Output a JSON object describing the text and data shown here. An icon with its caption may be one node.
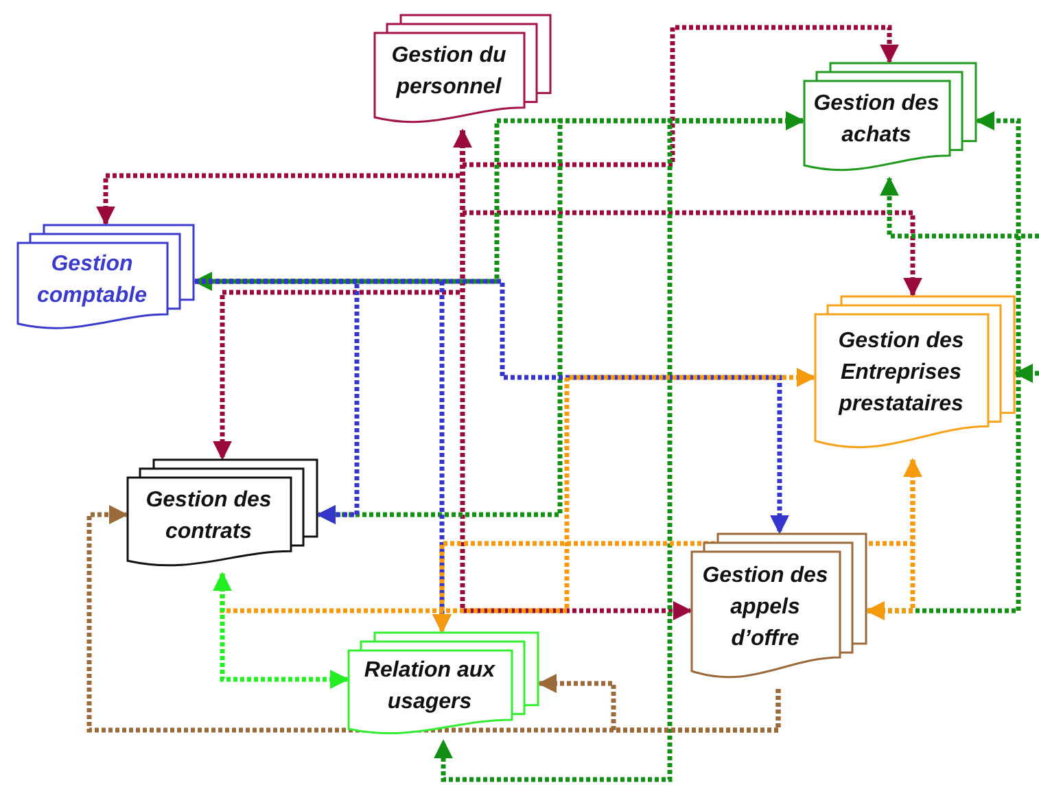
{
  "diagram": {
    "nodes": [
      {
        "text": [
          "Gestion du personnel"
        ]
      },
      {
        "text": [
          "Gestion des achats"
        ]
      },
      {
        "text": [
          "Gestion comptable"
        ]
      },
      {
        "text": [
          "Gestion des Entreprises prestataires"
        ]
      },
      {
        "text": [
          "Gestion des contrats"
        ]
      },
      {
        "text": [
          "Gestion des appels d’offre"
        ]
      },
      {
        "text": [
          "Relation aux usagers"
        ]
      }
    ],
    "edges": [
      {
        "from": 0,
        "to": 2,
        "arrow": "to",
        "color": "#9b0a3c"
      },
      {
        "from": 0,
        "to": 1,
        "arrow": "to",
        "color": "#9b0a3c"
      },
      {
        "from": 0,
        "to": 3,
        "arrow": "to",
        "color": "#9b0a3c"
      },
      {
        "from": 0,
        "to": 4,
        "arrow": "to",
        "color": "#9b0a3c"
      },
      {
        "from": 0,
        "to": 5,
        "arrow": "both",
        "color": "#9b0a3c"
      },
      {
        "from": 1,
        "to": 2,
        "arrow": "both",
        "color": "#139013"
      },
      {
        "from": 1,
        "to": 4,
        "arrow": "to",
        "color": "#139013"
      },
      {
        "from": 1,
        "to": 6,
        "arrow": "to",
        "color": "#139013"
      },
      {
        "from": 5,
        "to": 1,
        "arrow": "to",
        "color": "#139013"
      },
      {
        "from": null,
        "to": 1,
        "arrow": "to",
        "color": "#139013"
      },
      {
        "from": null,
        "to": 3,
        "arrow": "to",
        "color": "#139013"
      },
      {
        "from": 2,
        "to": 5,
        "arrow": "to",
        "color": "#3535cc"
      },
      {
        "from": 2,
        "to": 4,
        "arrow": "to",
        "color": "#3535cc"
      },
      {
        "from": 2,
        "to": 6,
        "arrow": "to",
        "color": "#3535cc"
      },
      {
        "from": 4,
        "to": 3,
        "arrow": "to",
        "color": "#f59a0c"
      },
      {
        "from": 3,
        "to": 6,
        "arrow": "to",
        "color": "#f59a0c"
      },
      {
        "from": 3,
        "to": 5,
        "arrow": "both",
        "color": "#f59a0c"
      },
      {
        "from": 5,
        "to": 4,
        "arrow": "to",
        "color": "#9a6a3a"
      },
      {
        "from": 5,
        "to": 6,
        "arrow": "to",
        "color": "#9a6a3a"
      },
      {
        "from": 4,
        "to": 6,
        "arrow": "both",
        "color": "#22ee22"
      }
    ]
  }
}
